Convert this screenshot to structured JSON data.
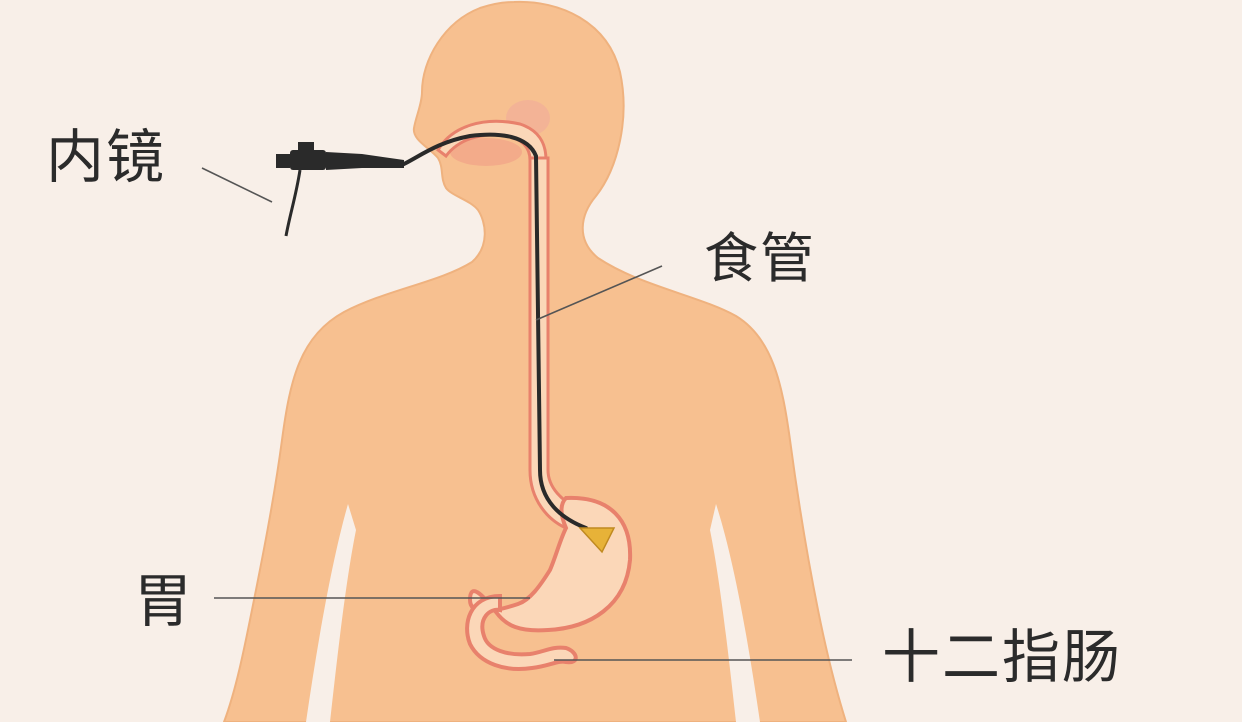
{
  "labels": {
    "endoscope": "内镜",
    "esophagus": "食管",
    "stomach": "胃",
    "duodenum": "十二指肠"
  },
  "colors": {
    "background": "#f8efe8",
    "skin": "#f7c090",
    "skin_outline": "#efb27f",
    "organ_wall": "#e8816c",
    "organ_fill": "#fbd7b8",
    "gland": "#f2b098",
    "endoscope": "#2a2a2a",
    "endoscope_tip": "#e7b238",
    "leader_line": "#555555"
  }
}
